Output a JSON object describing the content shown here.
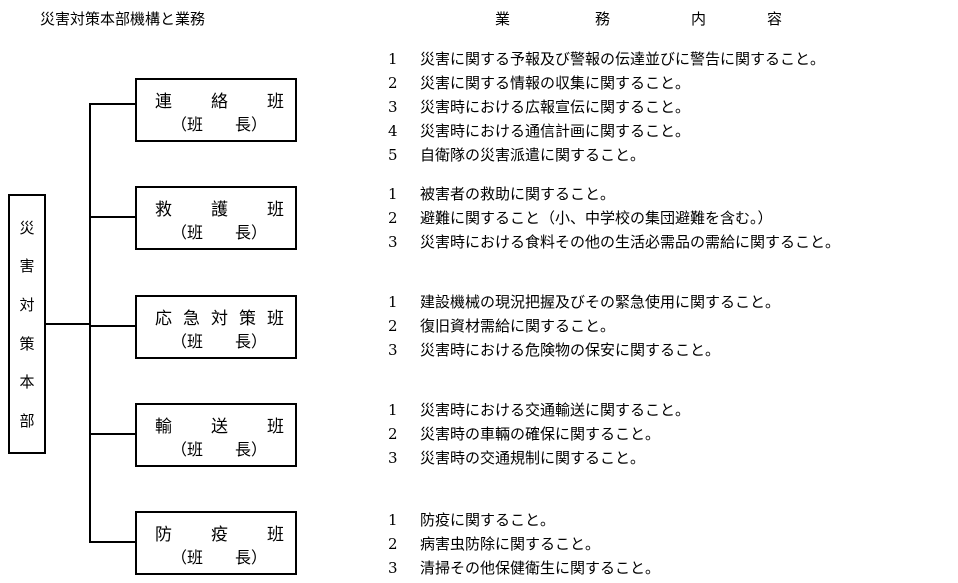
{
  "title": "災害対策本部機構と業務",
  "header": {
    "chars": [
      "業",
      "務",
      "内",
      "容"
    ]
  },
  "root": {
    "chars": [
      "災",
      "害",
      "対",
      "策",
      "本",
      "部"
    ]
  },
  "teams": [
    {
      "name_chars": [
        "連",
        "絡",
        "班"
      ],
      "chief": [
        "（班",
        "長）"
      ],
      "duties": [
        {
          "num": "1",
          "text": "災害に関する予報及び警報の伝達並びに警告に関すること。"
        },
        {
          "num": "2",
          "text": "災害に関する情報の収集に関すること。"
        },
        {
          "num": "3",
          "text": "災害時における広報宣伝に関すること。"
        },
        {
          "num": "4",
          "text": "災害時における通信計画に関すること。"
        },
        {
          "num": "5",
          "text": "自衛隊の災害派遣に関すること。"
        }
      ]
    },
    {
      "name_chars": [
        "救",
        "護",
        "班"
      ],
      "chief": [
        "（班",
        "長）"
      ],
      "duties": [
        {
          "num": "1",
          "text": "被害者の救助に関すること。"
        },
        {
          "num": "2",
          "text": "避難に関すること（小、中学校の集団避難を含む。）"
        },
        {
          "num": "3",
          "text": "災害時における食料その他の生活必需品の需給に関すること。"
        }
      ]
    },
    {
      "name_chars": [
        "応",
        "急",
        "対",
        "策",
        "班"
      ],
      "chief": [
        "（班",
        "長）"
      ],
      "duties": [
        {
          "num": "1",
          "text": "建設機械の現況把握及びその緊急使用に関すること。"
        },
        {
          "num": "2",
          "text": "復旧資材需給に関すること。"
        },
        {
          "num": "3",
          "text": "災害時における危険物の保安に関すること。"
        }
      ]
    },
    {
      "name_chars": [
        "輸",
        "送",
        "班"
      ],
      "chief": [
        "（班",
        "長）"
      ],
      "duties": [
        {
          "num": "1",
          "text": "災害時における交通輸送に関すること。"
        },
        {
          "num": "2",
          "text": "災害時の車輛の確保に関すること。"
        },
        {
          "num": "3",
          "text": "災害時の交通規制に関すること。"
        }
      ]
    },
    {
      "name_chars": [
        "防",
        "疫",
        "班"
      ],
      "chief": [
        "（班",
        "長）"
      ],
      "duties": [
        {
          "num": "1",
          "text": "防疫に関すること。"
        },
        {
          "num": "2",
          "text": "病害虫防除に関すること。"
        },
        {
          "num": "3",
          "text": "清掃その他保健衛生に関すること。"
        }
      ]
    }
  ]
}
